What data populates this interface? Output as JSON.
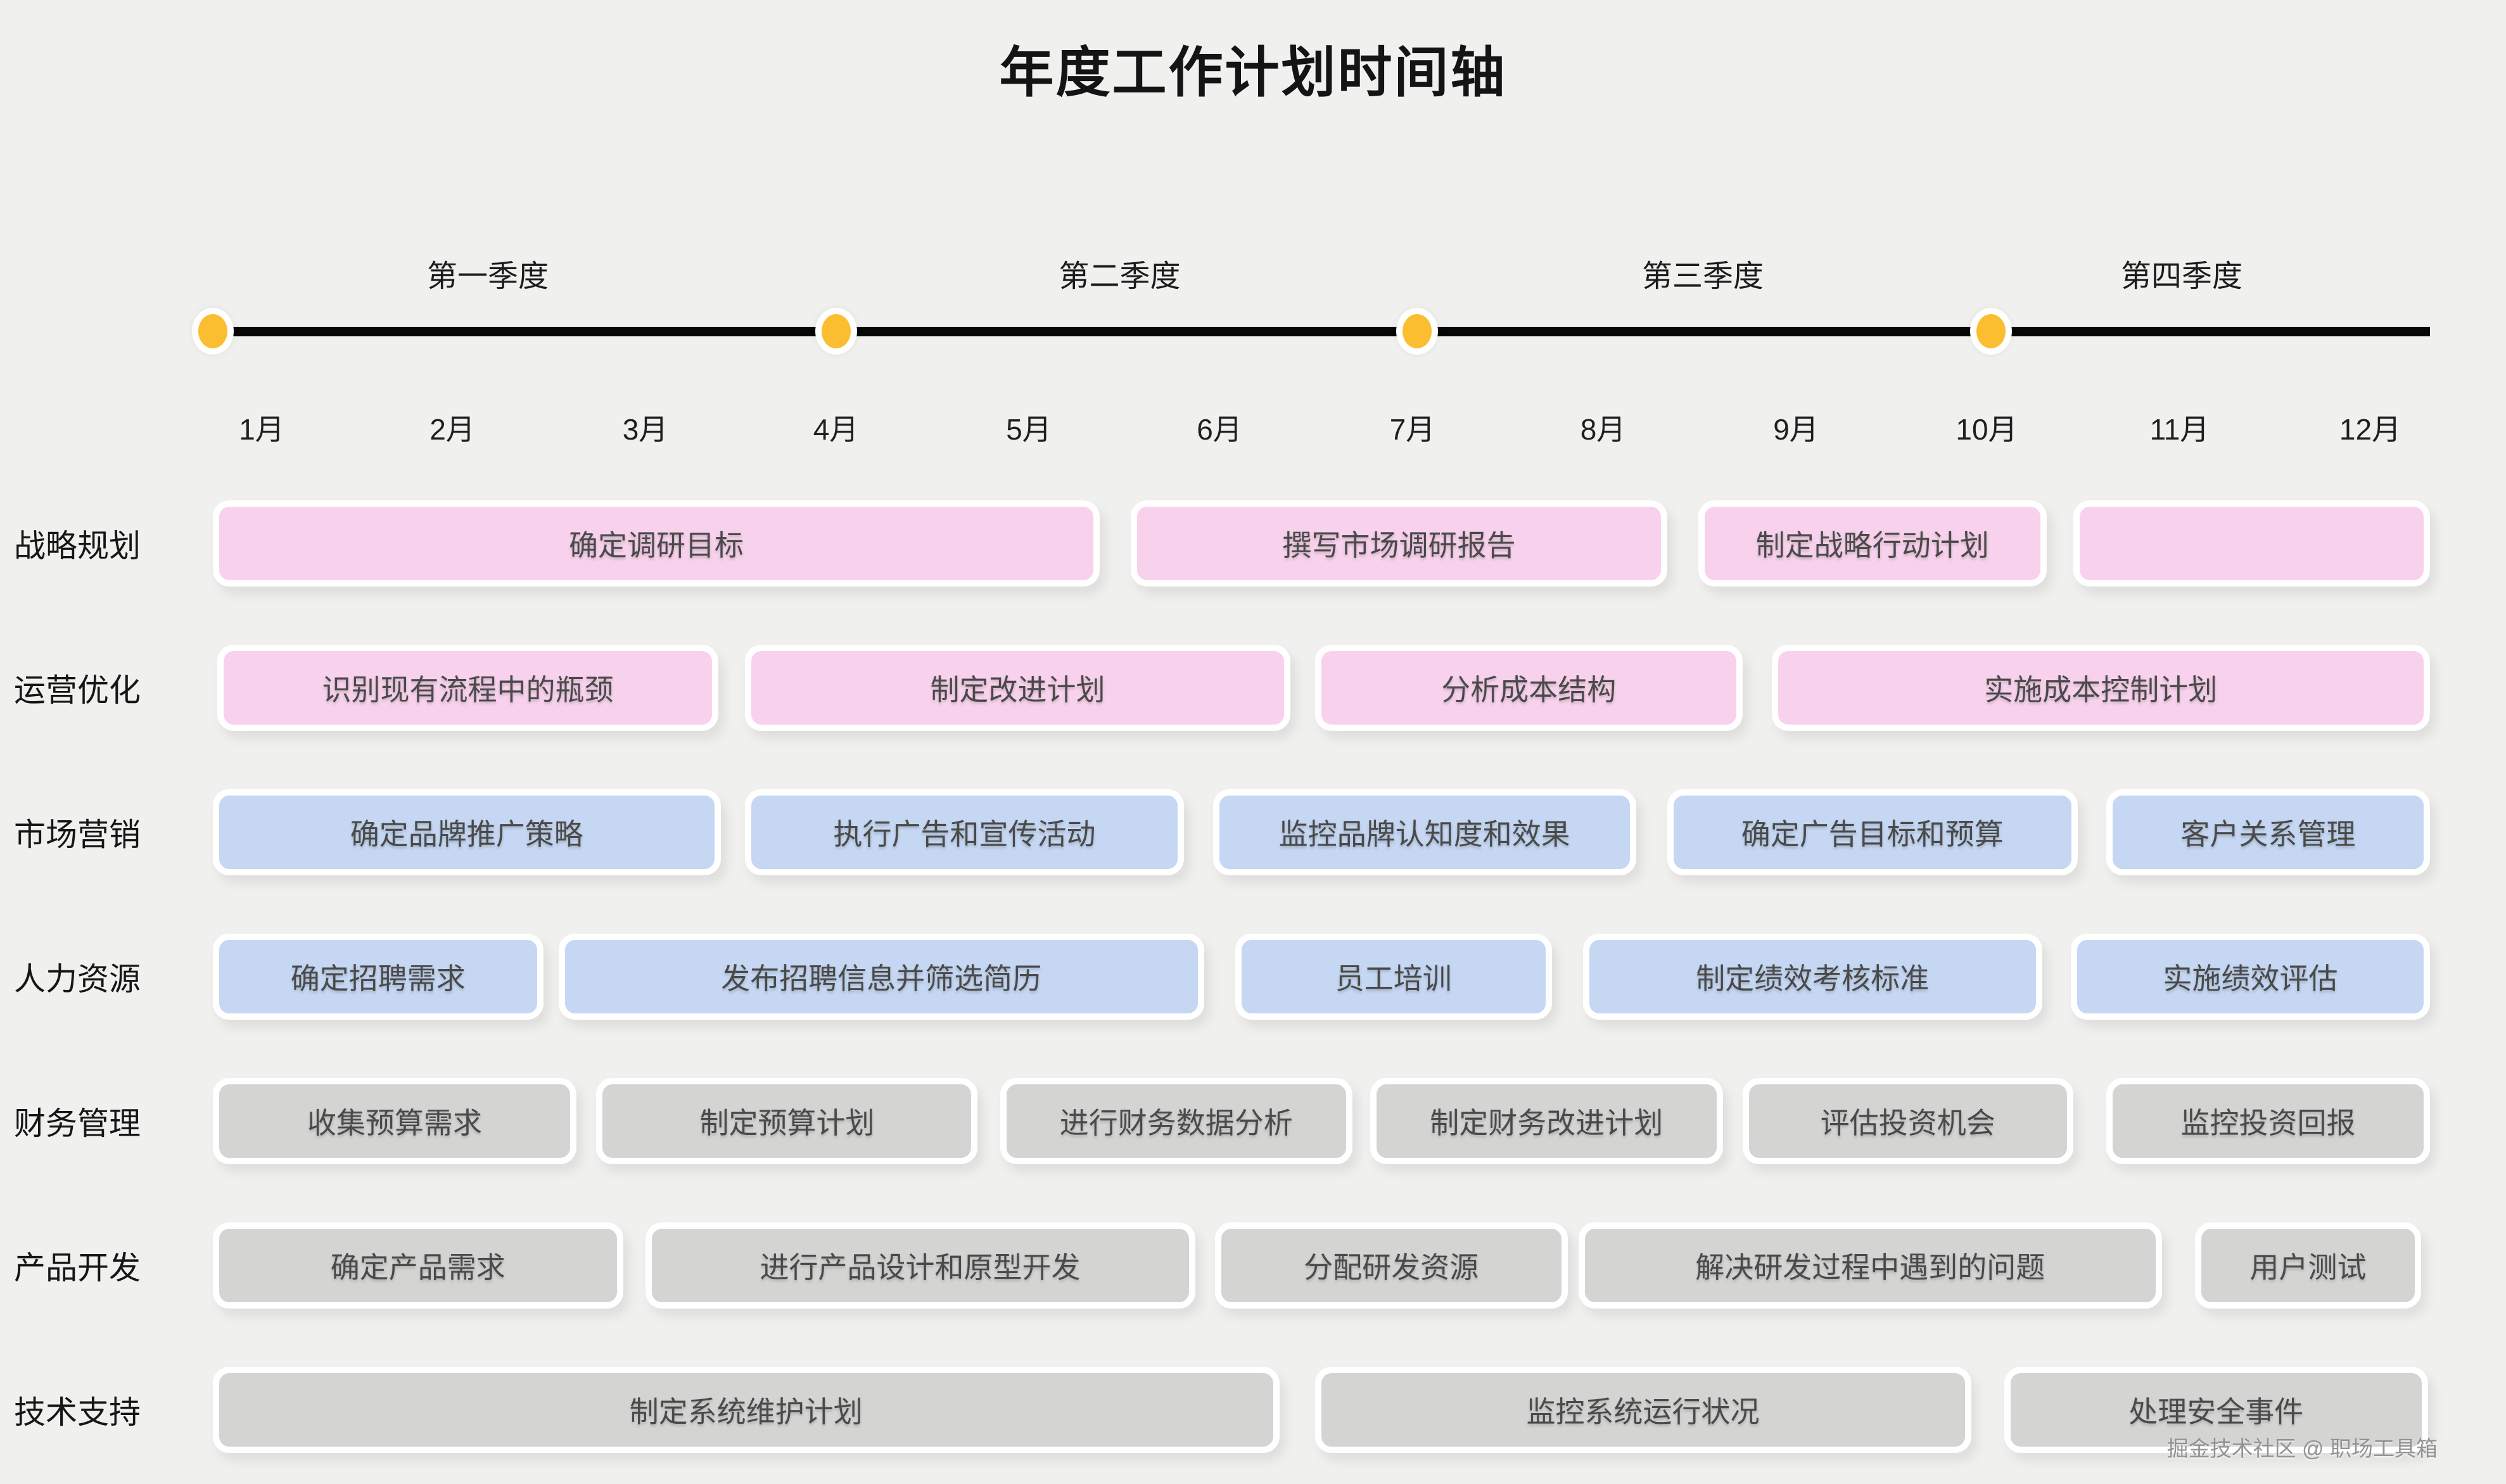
{
  "chart_data": {
    "type": "bar",
    "subtype": "gantt-timeline",
    "title": "年度工作计划时间轴",
    "legend": "none",
    "grid": "off",
    "axis": {
      "quarters": [
        {
          "label": "第一季度",
          "center_pct": 12.4
        },
        {
          "label": "第二季度",
          "center_pct": 40.9
        },
        {
          "label": "第三季度",
          "center_pct": 67.2
        },
        {
          "label": "第四季度",
          "center_pct": 88.8
        }
      ],
      "months": [
        {
          "label": "1月",
          "center_pct": 2.2
        },
        {
          "label": "2月",
          "center_pct": 10.8
        },
        {
          "label": "3月",
          "center_pct": 19.5
        },
        {
          "label": "4月",
          "center_pct": 28.1
        },
        {
          "label": "5月",
          "center_pct": 36.8
        },
        {
          "label": "6月",
          "center_pct": 45.4
        },
        {
          "label": "7月",
          "center_pct": 54.1
        },
        {
          "label": "8月",
          "center_pct": 62.7
        },
        {
          "label": "9月",
          "center_pct": 71.4
        },
        {
          "label": "10月",
          "center_pct": 80.0
        },
        {
          "label": "11月",
          "center_pct": 88.7
        },
        {
          "label": "12月",
          "center_pct": 97.3
        }
      ],
      "dot_positions_pct": [
        0,
        28.1,
        54.3,
        80.2
      ]
    },
    "rows": [
      {
        "label": "战略规划",
        "color": "pink",
        "bars": [
          {
            "label": "确定调研目标",
            "left_pct": 0,
            "width_pct": 40.0,
            "months": [
              1,
              5
            ]
          },
          {
            "label": "撰写市场调研报告",
            "left_pct": 41.4,
            "width_pct": 24.2,
            "months": [
              6,
              8
            ]
          },
          {
            "label": "制定战略行动计划",
            "left_pct": 67.0,
            "width_pct": 15.7,
            "months": [
              9,
              10
            ]
          },
          {
            "label": "",
            "left_pct": 83.9,
            "width_pct": 16.1,
            "months": [
              11,
              12
            ]
          }
        ]
      },
      {
        "label": "运营优化",
        "color": "pink",
        "bars": [
          {
            "label": "识别现有流程中的瓶颈",
            "left_pct": 0.2,
            "width_pct": 22.6,
            "months": [
              1,
              3
            ]
          },
          {
            "label": "制定改进计划",
            "left_pct": 24.0,
            "width_pct": 24.6,
            "months": [
              4,
              6
            ]
          },
          {
            "label": "分析成本结构",
            "left_pct": 49.7,
            "width_pct": 19.3,
            "months": [
              7,
              8
            ]
          },
          {
            "label": "实施成本控制计划",
            "left_pct": 70.3,
            "width_pct": 29.7,
            "months": [
              9,
              12
            ]
          }
        ]
      },
      {
        "label": "市场营销",
        "color": "blue",
        "bars": [
          {
            "label": "确定品牌推广策略",
            "left_pct": 0,
            "width_pct": 22.9,
            "months": [
              1,
              3
            ]
          },
          {
            "label": "执行广告和宣传活动",
            "left_pct": 24.0,
            "width_pct": 19.8,
            "months": [
              4,
              6
            ]
          },
          {
            "label": "监控品牌认知度和效果",
            "left_pct": 45.1,
            "width_pct": 19.1,
            "months": [
              6,
              8
            ]
          },
          {
            "label": "确定广告目标和预算",
            "left_pct": 65.6,
            "width_pct": 18.5,
            "months": [
              9,
              10
            ]
          },
          {
            "label": "客户关系管理",
            "left_pct": 85.4,
            "width_pct": 14.6,
            "months": [
              11,
              12
            ]
          }
        ]
      },
      {
        "label": "人力资源",
        "color": "blue",
        "bars": [
          {
            "label": "确定招聘需求",
            "left_pct": 0,
            "width_pct": 14.9,
            "months": [
              1,
              2
            ]
          },
          {
            "label": "发布招聘信息并筛选简历",
            "left_pct": 15.6,
            "width_pct": 29.1,
            "months": [
              3,
              5
            ]
          },
          {
            "label": "员工培训",
            "left_pct": 46.1,
            "width_pct": 14.3,
            "months": [
              6,
              7
            ]
          },
          {
            "label": "制定绩效考核标准",
            "left_pct": 61.8,
            "width_pct": 20.7,
            "months": [
              8,
              10
            ]
          },
          {
            "label": "实施绩效评估",
            "left_pct": 83.8,
            "width_pct": 16.2,
            "months": [
              11,
              12
            ]
          }
        ]
      },
      {
        "label": "财务管理",
        "color": "gray",
        "bars": [
          {
            "label": "收集预算需求",
            "left_pct": 0,
            "width_pct": 16.4,
            "months": [
              1,
              2
            ]
          },
          {
            "label": "制定预算计划",
            "left_pct": 17.3,
            "width_pct": 17.2,
            "months": [
              3,
              4
            ]
          },
          {
            "label": "进行财务数据分析",
            "left_pct": 35.5,
            "width_pct": 15.9,
            "months": [
              5,
              6
            ]
          },
          {
            "label": "制定财务改进计划",
            "left_pct": 52.2,
            "width_pct": 15.9,
            "months": [
              7,
              8
            ]
          },
          {
            "label": "评估投资机会",
            "left_pct": 69.0,
            "width_pct": 14.9,
            "months": [
              9,
              10
            ]
          },
          {
            "label": "监控投资回报",
            "left_pct": 85.4,
            "width_pct": 14.6,
            "months": [
              11,
              12
            ]
          }
        ]
      },
      {
        "label": "产品开发",
        "color": "gray",
        "bars": [
          {
            "label": "确定产品需求",
            "left_pct": 0,
            "width_pct": 18.5,
            "months": [
              1,
              2
            ]
          },
          {
            "label": "进行产品设计和原型开发",
            "left_pct": 19.5,
            "width_pct": 24.8,
            "months": [
              3,
              5
            ]
          },
          {
            "label": "分配研发资源",
            "left_pct": 45.2,
            "width_pct": 15.9,
            "months": [
              6,
              7
            ]
          },
          {
            "label": "解决研发过程中遇到的问题",
            "left_pct": 61.6,
            "width_pct": 26.3,
            "months": [
              8,
              10
            ]
          },
          {
            "label": "用户测试",
            "left_pct": 89.4,
            "width_pct": 10.2,
            "months": [
              11,
              12
            ]
          }
        ]
      },
      {
        "label": "技术支持",
        "color": "gray",
        "bars": [
          {
            "label": "制定系统维护计划",
            "left_pct": 0,
            "width_pct": 48.1,
            "months": [
              1,
              6
            ]
          },
          {
            "label": "监控系统运行状况",
            "left_pct": 49.7,
            "width_pct": 29.6,
            "months": [
              7,
              10
            ]
          },
          {
            "label": "处理安全事件",
            "left_pct": 80.8,
            "width_pct": 19.1,
            "months": [
              11,
              12
            ]
          }
        ]
      }
    ]
  },
  "colors": {
    "background": "#f0f0ee",
    "axis_line": "#070707",
    "dot": "#fbbe30",
    "dot_ring": "#ffffff",
    "bar_border": "#ffffff",
    "bar_text": "#4a4a4a",
    "label_text": "#161616",
    "fills": {
      "pink": "#f8d2ec",
      "blue": "#c5d7f2",
      "gray": "#d4d4d3"
    }
  },
  "watermark": {
    "text": "掘金技术社区 @ 职场工具箱"
  }
}
